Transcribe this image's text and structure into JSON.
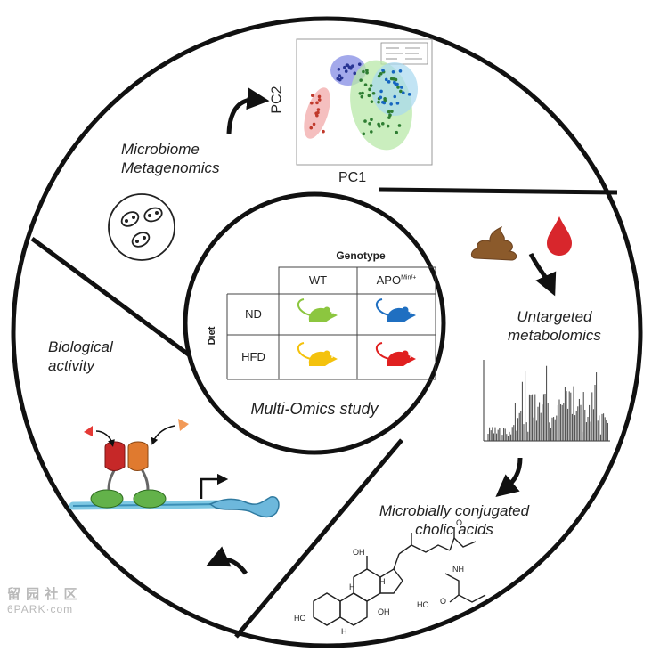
{
  "sections": {
    "microbiome": {
      "line1": "Microbiome",
      "line2": "Metagenomics",
      "axis_y": "PC2",
      "axis_x": "PC1"
    },
    "metabolomics": {
      "line1": "Untargeted",
      "line2": "metabolomics"
    },
    "conjugated": {
      "line1": "Microbially conjugated",
      "line2": "cholic acids"
    },
    "biological": {
      "line1": "Biological",
      "line2": "activity"
    }
  },
  "center": {
    "title": "Multi-Omics study",
    "genotype_header": "Genotype",
    "diet_header": "Diet",
    "col_wt": "WT",
    "col_apo": "APO",
    "col_apo_sup": "Min/+",
    "row_nd": "ND",
    "row_hfd": "HFD",
    "mouse_colors": {
      "nd_wt": "#8cc63f",
      "nd_apo": "#1f6fc1",
      "hfd_wt": "#f4c20d",
      "hfd_apo": "#e02020"
    }
  },
  "molecule": {
    "oh": "OH",
    "h": "H",
    "ho": "HO",
    "nh": "NH",
    "o": "O"
  },
  "watermark": {
    "line1": "留 园 社 区",
    "line2": "6PARK·com"
  },
  "icons": [
    "bacteria-dish-icon",
    "poop-icon",
    "blood-drop-icon",
    "curved-arrow-icon",
    "mouse-icon",
    "receptor-dimer-icon",
    "dna-strand-icon"
  ]
}
